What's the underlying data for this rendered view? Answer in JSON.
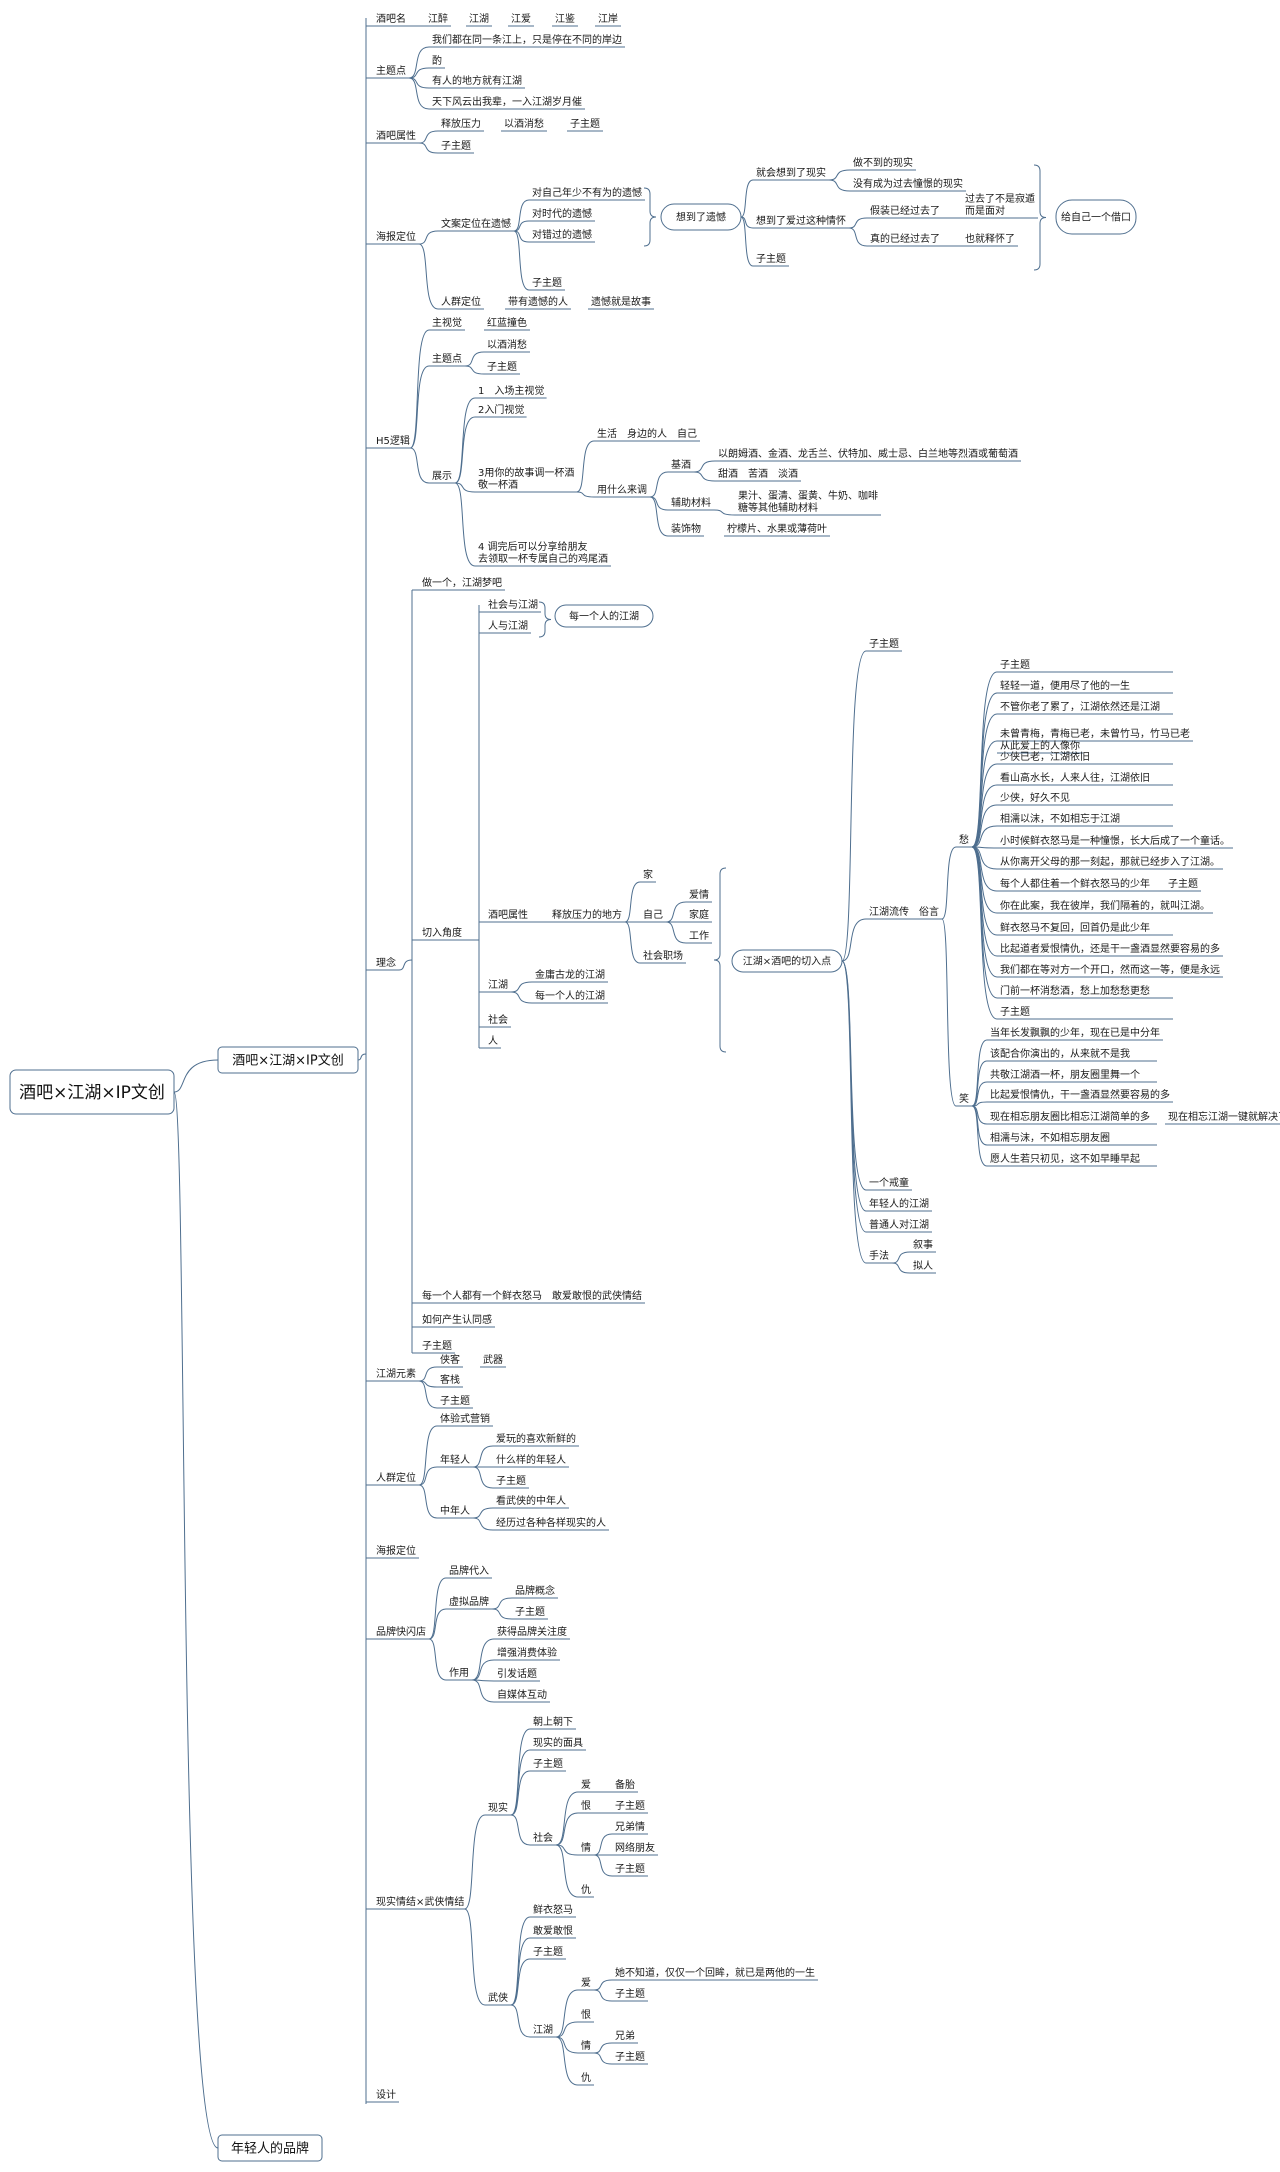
{
  "root": {
    "label": "酒吧×江湖×IP文创"
  },
  "branches": [
    {
      "label": "酒吧×江湖×IP文创",
      "children": [
        {
          "label": "酒吧名",
          "children": [
            {
              "label": "江醉"
            },
            {
              "label": "江湖"
            },
            {
              "label": "江爱"
            },
            {
              "label": "江鉴"
            },
            {
              "label": "江岸"
            }
          ]
        },
        {
          "label": "主题点",
          "children": [
            {
              "label": "我们都在同一条江上，只是停在不同的岸边"
            },
            {
              "label": "酌"
            },
            {
              "label": "有人的地方就有江湖"
            },
            {
              "label": "天下风云出我辈，一入江湖岁月催"
            }
          ]
        },
        {
          "label": "酒吧属性",
          "children": [
            {
              "label": "释放压力"
            },
            {
              "label": "以酒消愁"
            },
            {
              "label": "子主题"
            },
            {
              "label": "子主题"
            }
          ]
        },
        {
          "label": "海报定位",
          "children": [
            {
              "label": "文案定位在遗憾",
              "children": [
                {
                  "label": "对自己年少不有为的遗憾"
                },
                {
                  "label": "对时代的遗憾"
                },
                {
                  "label": "对错过的遗憾"
                },
                {
                  "label": "子主题"
                },
                {
                  "label": "想到了遗憾",
                  "children": [
                    {
                      "label": "就会想到了现实",
                      "children": [
                        {
                          "label": "做不到的现实"
                        },
                        {
                          "label": "没有成为过去憧憬的现实"
                        }
                      ]
                    },
                    {
                      "label": "想到了爱过这种情怀",
                      "children": [
                        {
                          "label": "假装已经过去了",
                          "children": [
                            {
                              "label": "过去了不是寂遁而是面对"
                            }
                          ]
                        },
                        {
                          "label": "真的已经过去了",
                          "children": [
                            {
                              "label": "也就释怀了"
                            }
                          ]
                        }
                      ]
                    },
                    {
                      "label": "子主题"
                    },
                    {
                      "label": "给自己一个借口"
                    }
                  ]
                }
              ]
            },
            {
              "label": "人群定位",
              "children": [
                {
                  "label": "带有遗憾的人"
                },
                {
                  "label": "遗憾就是故事"
                }
              ]
            }
          ]
        },
        {
          "label": "H5逻辑",
          "children": [
            {
              "label": "主视觉",
              "children": [
                {
                  "label": "红蓝撞色"
                }
              ]
            },
            {
              "label": "主题点",
              "children": [
                {
                  "label": "以酒消愁"
                },
                {
                  "label": "子主题"
                }
              ]
            },
            {
              "label": "展示",
              "children": [
                {
                  "label": "1　入场主视觉"
                },
                {
                  "label": "2入门视觉"
                },
                {
                  "label": "3用你的故事调一杯酒敬一杯酒",
                  "children": [
                    {
                      "label": "生活　身边的人　自己"
                    },
                    {
                      "label": "用什么来调",
                      "children": [
                        {
                          "label": "基酒",
                          "children": [
                            {
                              "label": "以朗姆酒、金酒、龙舌兰、伏特加、威士忌、白兰地等烈酒或葡萄酒"
                            },
                            {
                              "label": "甜酒　苦酒　淡酒"
                            }
                          ]
                        },
                        {
                          "label": "辅助材料",
                          "children": [
                            {
                              "label": "果汁、蛋清、蛋黄、牛奶、咖啡　糖等其他辅助材料"
                            }
                          ]
                        },
                        {
                          "label": "装饰物",
                          "children": [
                            {
                              "label": "柠檬片、水果或薄荷叶"
                            }
                          ]
                        }
                      ]
                    }
                  ]
                },
                {
                  "label": "4 调完后可以分享给朋友　去领取一杯专属自己的鸡尾酒"
                }
              ]
            }
          ]
        },
        {
          "label": "理念",
          "children": [
            {
              "label": "做一个，江湖梦吧"
            },
            {
              "label": "切入角度",
              "children": [
                {
                  "label": "社会与江湖"
                },
                {
                  "label": "人与江湖"
                },
                {
                  "label": "每一个人的江湖"
                },
                {
                  "label": "酒吧属性",
                  "children": [
                    {
                      "label": "释放压力的地方",
                      "children": [
                        {
                          "label": "家"
                        },
                        {
                          "label": "自己",
                          "children": [
                            {
                              "label": "爱情"
                            },
                            {
                              "label": "家庭"
                            },
                            {
                              "label": "工作"
                            }
                          ]
                        },
                        {
                          "label": "社会职场"
                        }
                      ]
                    }
                  ]
                },
                {
                  "label": "江湖",
                  "children": [
                    {
                      "label": "金庸古龙的江湖"
                    },
                    {
                      "label": "每一个人的江湖"
                    }
                  ]
                },
                {
                  "label": "社会"
                },
                {
                  "label": "人"
                },
                {
                  "label": "江湖×酒吧的切入点",
                  "children": [
                    {
                      "label": "子主题"
                    },
                    {
                      "label": "江湖流传　俗言",
                      "children": [
                        {
                          "label": "愁",
                          "children": [
                            {
                              "label": "子主题"
                            },
                            {
                              "label": "轻轻一道，便用尽了他的一生"
                            },
                            {
                              "label": "不管你老了累了，江湖依然还是江湖"
                            },
                            {
                              "label": "未曾青梅，青梅已老，未曾竹马，竹马已老"
                            },
                            {
                              "label": "从此爱上的人像你"
                            },
                            {
                              "label": "少侠已老，江湖依旧"
                            },
                            {
                              "label": "看山高水长，人来人往，江湖依旧"
                            },
                            {
                              "label": "少侠，好久不见"
                            },
                            {
                              "label": "相濡以沫，不如相忘于江湖"
                            },
                            {
                              "label": "小时候鲜衣怒马是一种憧憬，长大后成了一个童话。"
                            },
                            {
                              "label": "从你离开父母的那一刻起，那就已经步入了江湖。"
                            },
                            {
                              "label": "每个人都住着一个鲜衣怒马的少年"
                            },
                            {
                              "label": "子主题"
                            },
                            {
                              "label": "你在此案，我在彼岸，我们隔着的，就叫江湖。"
                            },
                            {
                              "label": "鲜衣怒马不复回，回首仍是此少年"
                            },
                            {
                              "label": "比起道者爱恨情仇，还是干一盏酒显然要容易的多"
                            },
                            {
                              "label": "我们都在等对方一个开口，然而这一等，便是永远"
                            },
                            {
                              "label": "门前一杯消愁酒，愁上加愁愁更愁"
                            },
                            {
                              "label": "子主题"
                            }
                          ]
                        },
                        {
                          "label": "笑",
                          "children": [
                            {
                              "label": "当年长发飘飘的少年，现在已是中分年"
                            },
                            {
                              "label": "该配合你演出的，从来就不是我"
                            },
                            {
                              "label": "共敬江湖酒一杯，朋友圈里舞一个"
                            },
                            {
                              "label": "比起爱恨情仇，干一盏酒显然要容易的多"
                            },
                            {
                              "label": "现在相忘朋友圈比相忘江湖简单的多"
                            },
                            {
                              "label": "现在相忘江湖一键就解决了"
                            },
                            {
                              "label": "相濡与沫，不如相忘朋友圈"
                            },
                            {
                              "label": "愿人生若只初见，这不如早睡早起"
                            }
                          ]
                        }
                      ]
                    },
                    {
                      "label": "一个戒童"
                    },
                    {
                      "label": "年轻人的江湖"
                    },
                    {
                      "label": "普通人对江湖"
                    },
                    {
                      "label": "手法",
                      "children": [
                        {
                          "label": "叙事"
                        },
                        {
                          "label": "拟人"
                        }
                      ]
                    }
                  ]
                }
              ]
            },
            {
              "label": "每一个人都有一个鲜衣怒马　敢爱敢恨的武侠情结"
            },
            {
              "label": "如何产生认同感"
            },
            {
              "label": "子主题"
            }
          ]
        },
        {
          "label": "江湖元素",
          "children": [
            {
              "label": "侠客"
            },
            {
              "label": "武器"
            },
            {
              "label": "客栈"
            },
            {
              "label": "子主题"
            }
          ]
        },
        {
          "label": "人群定位",
          "children": [
            {
              "label": "体验式营销"
            },
            {
              "label": "年轻人",
              "children": [
                {
                  "label": "爱玩的喜欢新鲜的"
                },
                {
                  "label": "什么样的年轻人"
                },
                {
                  "label": "子主题"
                }
              ]
            },
            {
              "label": "中年人",
              "children": [
                {
                  "label": "看武侠的中年人"
                },
                {
                  "label": "经历过各种各样现实的人"
                }
              ]
            }
          ]
        },
        {
          "label": "海报定位"
        },
        {
          "label": "品牌快闪店",
          "children": [
            {
              "label": "品牌代入"
            },
            {
              "label": "虚拟品牌",
              "children": [
                {
                  "label": "品牌概念"
                },
                {
                  "label": "子主题"
                }
              ]
            },
            {
              "label": "作用",
              "children": [
                {
                  "label": "获得品牌关注度"
                },
                {
                  "label": "增强消费体验"
                },
                {
                  "label": "引发话题"
                },
                {
                  "label": "自媒体互动"
                }
              ]
            }
          ]
        },
        {
          "label": "现实情结×武侠情结",
          "children": [
            {
              "label": "现实",
              "children": [
                {
                  "label": "朝上朝下"
                },
                {
                  "label": "现实的面具"
                },
                {
                  "label": "子主题"
                },
                {
                  "label": "社会",
                  "children": [
                    {
                      "label": "爱",
                      "children": [
                        {
                          "label": "备胎"
                        }
                      ]
                    },
                    {
                      "label": "恨",
                      "children": [
                        {
                          "label": "子主题"
                        }
                      ]
                    },
                    {
                      "label": "情",
                      "children": [
                        {
                          "label": "兄弟情"
                        },
                        {
                          "label": "网络朋友"
                        },
                        {
                          "label": "子主题"
                        }
                      ]
                    },
                    {
                      "label": "仇"
                    }
                  ]
                }
              ]
            },
            {
              "label": "武侠",
              "children": [
                {
                  "label": "鲜衣怒马"
                },
                {
                  "label": "敢爱敢恨"
                },
                {
                  "label": "子主题"
                },
                {
                  "label": "江湖",
                  "children": [
                    {
                      "label": "爱",
                      "children": [
                        {
                          "label": "她不知道，仅仅一个回眸，就已是两他的一生"
                        },
                        {
                          "label": "子主题"
                        }
                      ]
                    },
                    {
                      "label": "恨"
                    },
                    {
                      "label": "情",
                      "children": [
                        {
                          "label": "兄弟"
                        },
                        {
                          "label": "子主题"
                        }
                      ]
                    },
                    {
                      "label": "仇"
                    }
                  ]
                }
              ]
            }
          ]
        },
        {
          "label": "设计"
        }
      ]
    },
    {
      "label": "年轻人的品牌",
      "children": []
    }
  ]
}
